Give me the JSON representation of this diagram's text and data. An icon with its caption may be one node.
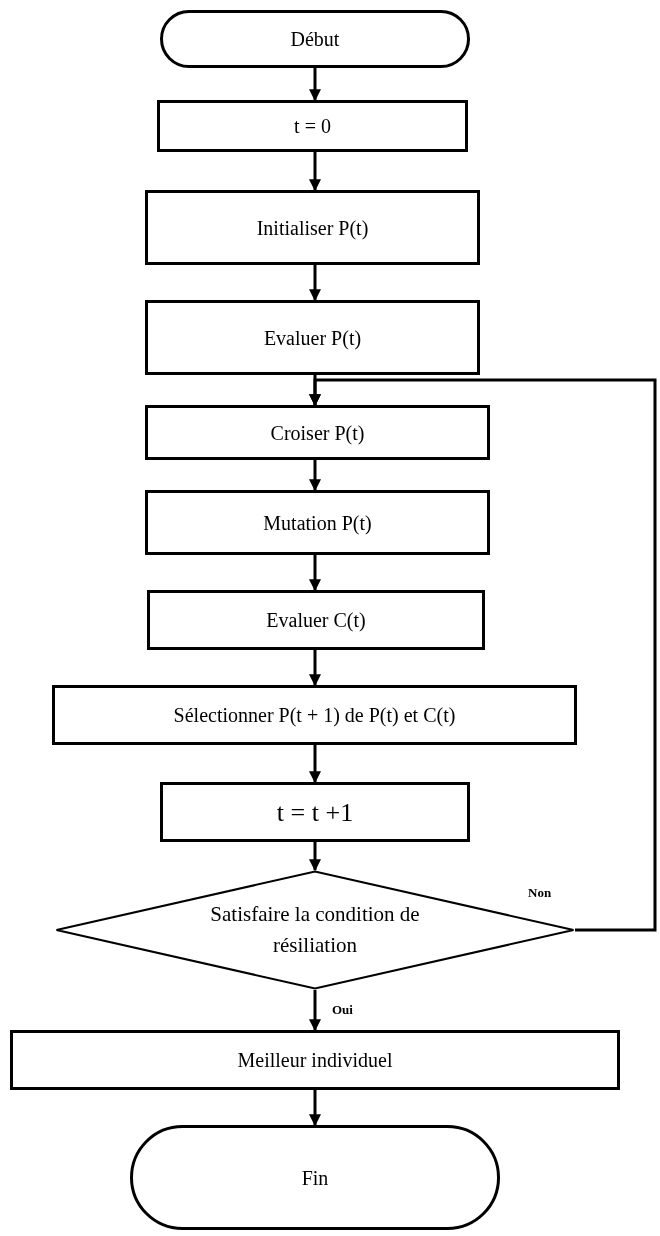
{
  "diagram": {
    "nodes": [
      {
        "text": [
          "Début"
        ]
      },
      {
        "text": [
          "t = 0"
        ]
      },
      {
        "text": [
          "Initialiser P(t)"
        ]
      },
      {
        "text": [
          "Evaluer P(t)"
        ]
      },
      {
        "text": [
          "Croiser P(t)"
        ]
      },
      {
        "text": [
          "Mutation P(t)"
        ]
      },
      {
        "text": [
          "Evaluer C(t)"
        ]
      },
      {
        "text": [
          "Sélectionner P(t + 1) de P(t)  et C(t)"
        ]
      },
      {
        "text": [
          "t = t +1"
        ]
      },
      {
        "text": [
          "Satisfaire la condition de résiliation"
        ]
      },
      {
        "text": [
          "Meilleur individuel"
        ]
      },
      {
        "text": [
          "Fin"
        ]
      }
    ],
    "edges": [
      {
        "from": 0,
        "to": 1,
        "arrow": "to"
      },
      {
        "from": 1,
        "to": 2,
        "arrow": "to"
      },
      {
        "from": 2,
        "to": 3,
        "arrow": "to"
      },
      {
        "from": 3,
        "to": 4,
        "arrow": "to"
      },
      {
        "from": 4,
        "to": 5,
        "arrow": "to"
      },
      {
        "from": 5,
        "to": 6,
        "arrow": "to"
      },
      {
        "from": 6,
        "to": 7,
        "arrow": "to"
      },
      {
        "from": 7,
        "to": 8,
        "arrow": "to"
      },
      {
        "from": 8,
        "to": 9,
        "arrow": "to"
      },
      {
        "from": 9,
        "to": 10,
        "arrow": "to",
        "label": "Oui"
      },
      {
        "from": 9,
        "to": 4,
        "arrow": "to",
        "label": "Non"
      },
      {
        "from": 10,
        "to": 11,
        "arrow": "to"
      }
    ]
  }
}
